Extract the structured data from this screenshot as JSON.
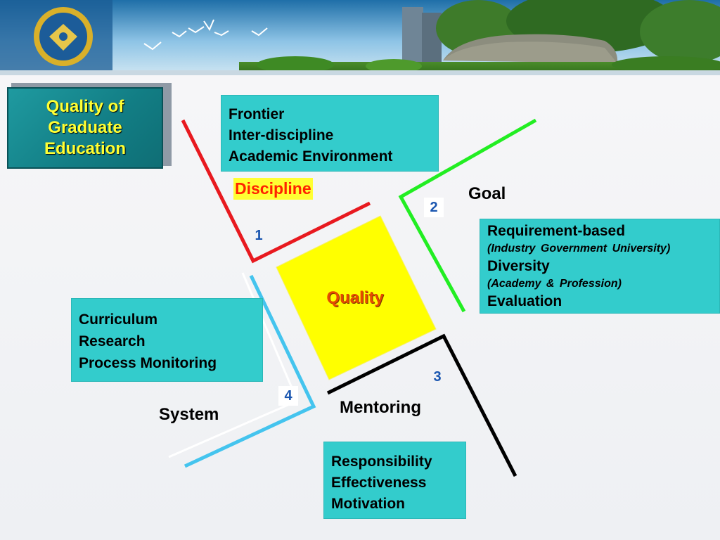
{
  "title": {
    "lines": [
      "Quality of",
      "Graduate",
      "Education"
    ]
  },
  "center": {
    "label": "Quality"
  },
  "dimensions": {
    "discipline": {
      "label": "Discipline",
      "number": "1",
      "items": [
        "Frontier",
        "Inter-discipline",
        "Academic Environment"
      ]
    },
    "goal": {
      "label": "Goal",
      "number": "2",
      "items": [
        "Requirement-based",
        "(Industry  Government  University)",
        "Diversity",
        "(Academy & Profession)",
        "Evaluation"
      ]
    },
    "mentoring": {
      "label": "Mentoring",
      "number": "3",
      "items": [
        "Responsibility",
        "Effectiveness",
        "Motivation"
      ]
    },
    "system": {
      "label": "System",
      "number": "4",
      "items": [
        "Curriculum",
        "Research",
        "Process Monitoring"
      ]
    }
  },
  "colors": {
    "box_fill": "#33cccc",
    "center_fill": "#ffff00",
    "line_discipline": "#e8191f",
    "line_goal": "#22ee22",
    "line_mentoring": "#000000",
    "line_system": "#44c4ee"
  },
  "icons": {
    "logo": "university-emblem",
    "banner": "campus-photo-with-birds"
  }
}
